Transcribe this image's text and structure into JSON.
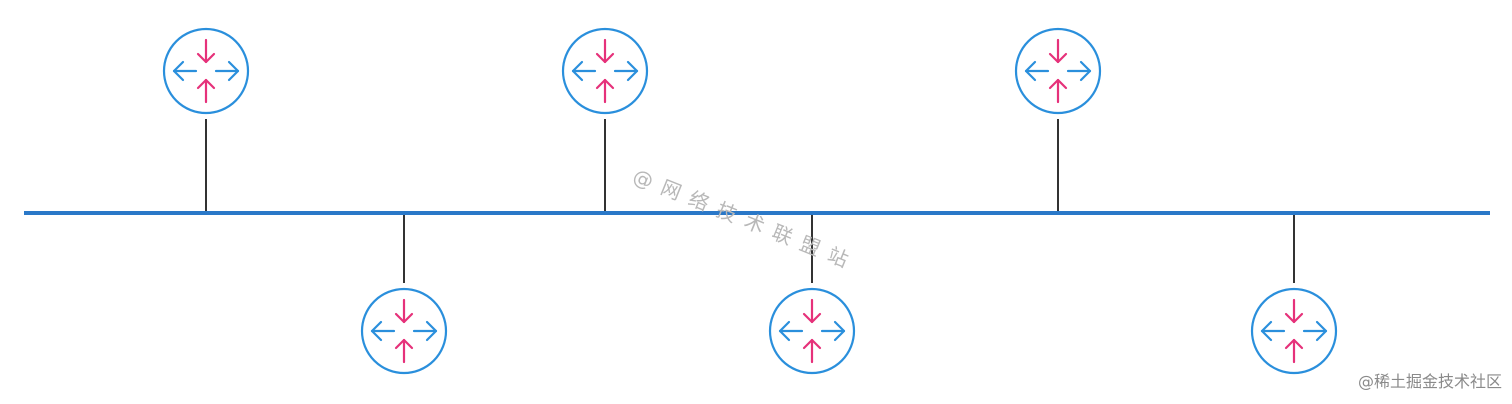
{
  "diagram": {
    "type": "bus-topology",
    "bus_color": "#2a78c8",
    "drop_line_color": "#333333",
    "router_circle_color": "#2a8fdc",
    "router_horizontal_arrow_color": "#2a8fdc",
    "router_vertical_arrow_color": "#e6317a",
    "node_icon": "router-icon",
    "nodes_above_bus": 3,
    "nodes_below_bus": 3
  },
  "watermark": {
    "text": "@网络技术联盟站"
  },
  "credit": {
    "text": "@稀土掘金技术社区"
  }
}
